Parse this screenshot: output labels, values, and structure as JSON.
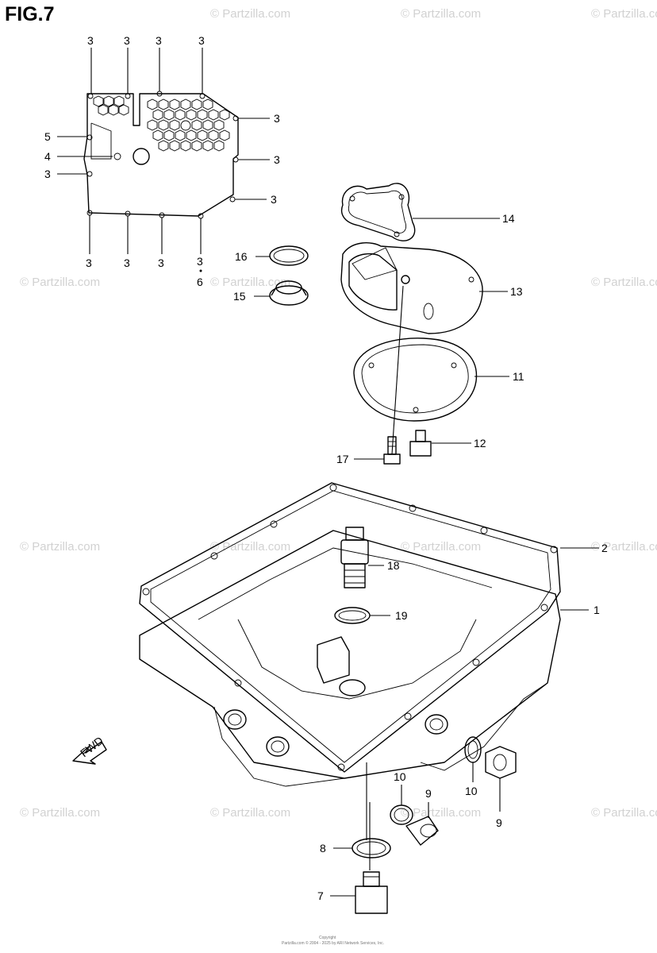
{
  "figure": {
    "title": "FIG.7"
  },
  "watermark": {
    "text": "© Partzilla.com"
  },
  "fwd_label": "FWD",
  "copyright": {
    "line1": "Copyright",
    "line2": "Partzilla.com © 2004 - 2025 by ARI Network Services, Inc."
  },
  "callouts": {
    "c3_top1": "3",
    "c3_top2": "3",
    "c3_top3": "3",
    "c3_top4": "3",
    "c3_r1": "3",
    "c3_r2": "3",
    "c3_r3": "3",
    "c5": "5",
    "c4": "4",
    "c3_left": "3",
    "c3_bot1": "3",
    "c3_bot2": "3",
    "c3_bot3": "3",
    "c3_bot4": "3",
    "c6": "6",
    "c16": "16",
    "c15": "15",
    "c14": "14",
    "c13": "13",
    "c11": "11",
    "c12": "12",
    "c17": "17",
    "c2": "2",
    "c1": "1",
    "c18": "18",
    "c19": "19",
    "c10a": "10",
    "c10b": "10",
    "c9a": "9",
    "c9b": "9",
    "c8": "8",
    "c7": "7"
  }
}
